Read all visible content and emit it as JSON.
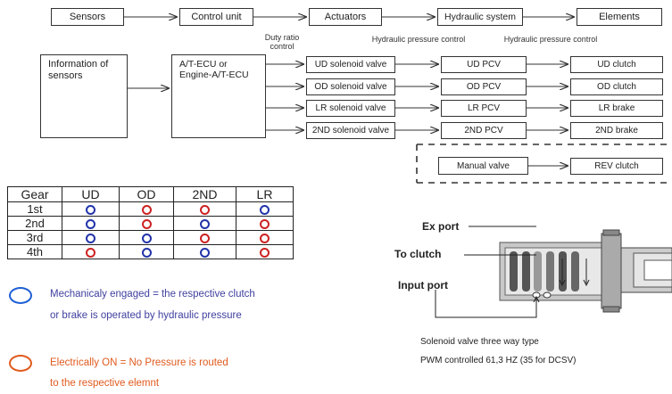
{
  "top_row": [
    "Sensors",
    "Control unit",
    "Actuators",
    "Hydraulic system",
    "Elements"
  ],
  "stage_labels": {
    "duty": "Duty ratio control",
    "hyd1": "Hydraulic pressure control",
    "hyd2": "Hydraulic pressure control"
  },
  "sensors_box": "Information of sensors",
  "ecu_box": "A/T-ECU or Engine-A/T-ECU",
  "solenoids": [
    "UD solenoid valve",
    "OD solenoid valve",
    "LR solenoid valve",
    "2ND solenoid valve"
  ],
  "pcvs": [
    "UD PCV",
    "OD PCV",
    "LR PCV",
    "2ND PCV"
  ],
  "elements": [
    "UD clutch",
    "OD clutch",
    "LR brake",
    "2ND brake"
  ],
  "manual_valve": "Manual valve",
  "rev_clutch": "REV clutch",
  "table": {
    "headers": [
      "Gear",
      "UD",
      "OD",
      "2ND",
      "LR"
    ],
    "rows": [
      {
        "gear": "1st",
        "states": [
          "blue",
          "red",
          "red",
          "blue"
        ]
      },
      {
        "gear": "2nd",
        "states": [
          "blue",
          "red",
          "blue",
          "red"
        ]
      },
      {
        "gear": "3rd",
        "states": [
          "blue",
          "blue",
          "red",
          "red"
        ]
      },
      {
        "gear": "4th",
        "states": [
          "red",
          "blue",
          "blue",
          "red"
        ]
      }
    ]
  },
  "legend": {
    "blue_color": "#1e5fd6",
    "red_color": "#e05a1e",
    "blue_text_1": "Mechanicaly engaged = the respective clutch",
    "blue_text_2": "or brake is operated by hydraulic pressure",
    "red_text_1": "Electrically ON  = No Pressure is routed",
    "red_text_2": "to the respective elemnt"
  },
  "valve_figure": {
    "ex_port": "Ex port",
    "to_clutch": "To clutch",
    "input_port": "Input port",
    "caption_1": "Solenoid valve three way type",
    "caption_2": "PWM controlled 61,3 HZ (35 for DCSV)"
  }
}
